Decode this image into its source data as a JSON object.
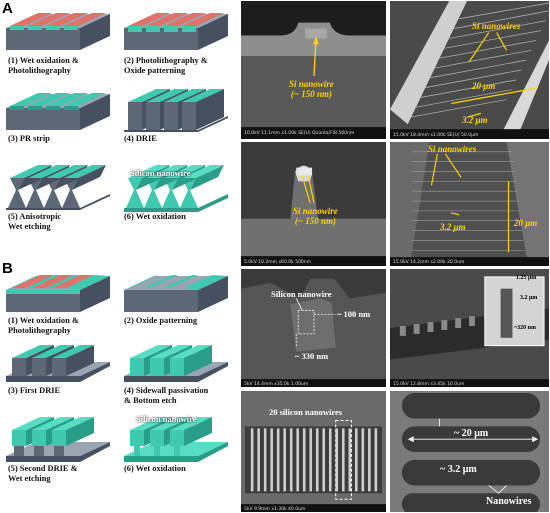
{
  "panel_a": {
    "letter": "A",
    "steps": [
      {
        "caption": "(1) Wet oxidation &\nPhotolithography"
      },
      {
        "caption": "(2) Photolithography &\nOxide patterning"
      },
      {
        "caption": "(3) PR strip"
      },
      {
        "caption": "(4) DRIE"
      },
      {
        "caption": "(5) Anisotropic\nWet etching"
      },
      {
        "caption": "(6) Wet oxidation"
      }
    ],
    "overlay_label": "Silicon nanowire",
    "sem": {
      "tl_label": "Si nanowire\n(~ 150 nm)",
      "tl_bar": "10.0kV 11.1mm x1.00k SE(U)  Quanta/FIB       500nm",
      "tr_label_top": "Si nanowires",
      "tr_dim_a": "20 μm",
      "tr_dim_b": "3.2 μm",
      "tr_bar": "15.0kV 18.4mm x1.00k SE(U)         50.0μm",
      "bl_label": "Si nanowire\n(~ 150 nm)",
      "bl_bar": "5.0kV 10.2mm  x60.0k         500nm",
      "br_label_top": "Si nanowires",
      "br_dim_a": "3.2 μm",
      "br_dim_b": "20 μm",
      "br_bar": "15.0kV 14.2mm x2.00k           20.0um"
    }
  },
  "panel_b": {
    "letter": "B",
    "steps": [
      {
        "caption": "(1) Wet oxidation &\nPhotolithography"
      },
      {
        "caption": "(2) Oxide patterning"
      },
      {
        "caption": "(3) First DRIE"
      },
      {
        "caption": "(4) Sidewall passivation\n& Bottom etch"
      },
      {
        "caption": "(5) Second DRIE &\nWet etching"
      },
      {
        "caption": "(6) Wet oxidation"
      }
    ],
    "overlay_label": "Silicon nanowire",
    "sem": {
      "tl_label": "Silicon nanowire",
      "tl_dim_a": "~ 100 nm",
      "tl_dim_b": "~ 330 nm",
      "tl_bar": "5kV 14.4mm x35.0k                 1.00um",
      "tr_dim_a": "1.25 μm",
      "tr_dim_b": "3.2 μm",
      "tr_dim_c": "~320 nm",
      "tr_bar": "15.0kV 12.8mm x3.45k             10.0um",
      "bl_label": "20 silicon nanowires",
      "bl_bar": "5kV 9.9mm x1.30k                  40.0um",
      "br_dim_a": "~ 20 μm",
      "br_dim_b": "~ 3.2 μm",
      "br_label": "Nanowires"
    }
  },
  "colors": {
    "oxide": "#3ec9b0",
    "resist": "#e0726c",
    "silicon_side": "#5d6876",
    "silicon_top": "#9aa5b4",
    "label_yellow": "#ffd400"
  }
}
